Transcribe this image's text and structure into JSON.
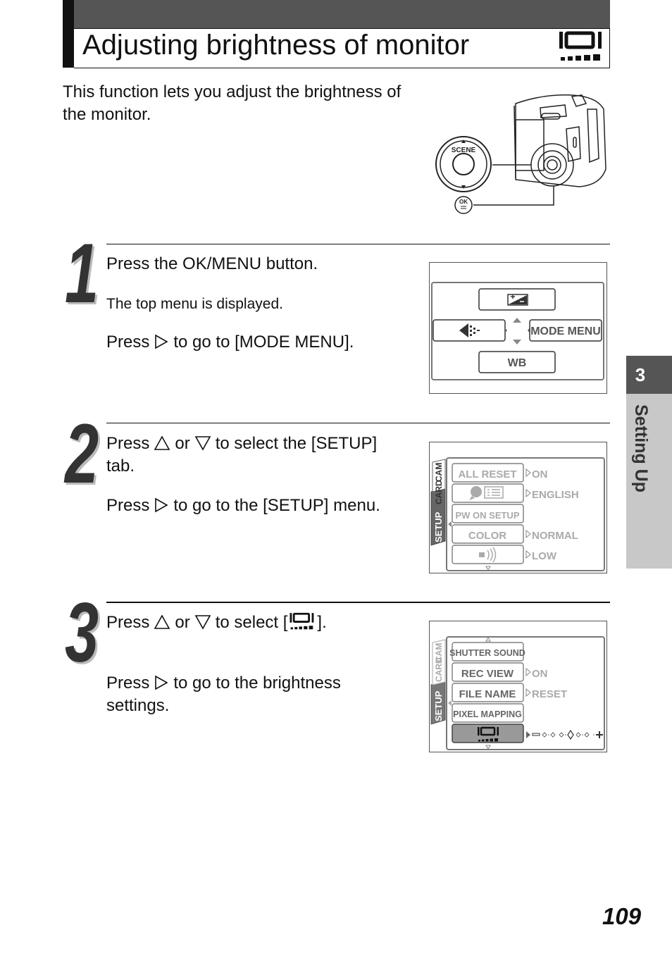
{
  "header": {
    "title": "Adjusting brightness of monitor",
    "icon": "monitor-brightness-icon"
  },
  "intro": "This function lets you adjust the brightness of the monitor.",
  "camera_illustration": {
    "dial_top": "SCENE",
    "ok_button": "OK"
  },
  "steps": [
    {
      "number": "1",
      "line1": "Press the OK/MENU button.",
      "note": "The top menu is displayed.",
      "line2_pre": "Press",
      "line2_post": "to go to [MODE MENU].",
      "screen": {
        "top_item": "exposure-compensation-icon",
        "left_item": "quality-icon",
        "right_item": "MODE MENU",
        "bottom_item": "WB"
      }
    },
    {
      "number": "2",
      "line1_pre": "Press",
      "line1_mid": "or",
      "line1_post": "to select the [SETUP]",
      "line1_cont": "tab.",
      "line2_pre": "Press",
      "line2_post": "to go to the [SETUP] menu.",
      "screen": {
        "tabs": [
          "SETUP",
          "CARD",
          "CAM"
        ],
        "rows": [
          {
            "label": "ALL RESET",
            "value": "ON"
          },
          {
            "label": "",
            "icon": "language-icon",
            "value": "ENGLISH"
          },
          {
            "label": "PW ON SETUP",
            "value": ""
          },
          {
            "label": "COLOR",
            "value": "NORMAL"
          },
          {
            "label": "",
            "icon": "sound-icon",
            "value": "LOW"
          }
        ]
      }
    },
    {
      "number": "3",
      "line1_pre": "Press",
      "line1_mid": "or",
      "line1_post_a": "to select [",
      "line1_post_b": "].",
      "line2_pre": "Press",
      "line2_post": "to go to the brightness",
      "line2_cont": "settings.",
      "screen": {
        "tabs": [
          "SETUP",
          "CARD",
          "CAM"
        ],
        "rows": [
          {
            "label": "SHUTTER SOUND",
            "value": ""
          },
          {
            "label": "REC VIEW",
            "value": "ON"
          },
          {
            "label": "FILE NAME",
            "value": "RESET"
          },
          {
            "label": "PIXEL MAPPING",
            "value": ""
          },
          {
            "label": "",
            "icon": "monitor-brightness-icon",
            "value": "",
            "selected": true
          }
        ],
        "slider": {
          "minus": "−",
          "plus": "+"
        }
      }
    }
  ],
  "side_tab": {
    "number": "3",
    "label": "Setting Up"
  },
  "page_number": "109"
}
